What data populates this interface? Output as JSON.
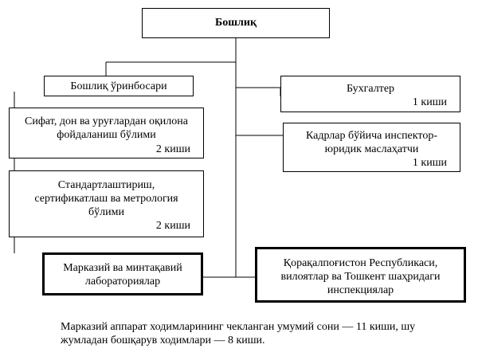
{
  "head": "Бошлиқ",
  "deputy": "Бошлиқ ўринбосари",
  "quality_unit": {
    "line1": "Сифат, дон ва уруғлардан оқилона",
    "line2": "фойдаланиш бўлими",
    "staff": "2 киши"
  },
  "standards_unit": {
    "line1": "Стандартлаштириш,",
    "line2": "сертификатлаш ва метрология",
    "line3": "бўлими",
    "staff": "2 киши"
  },
  "accountant": {
    "title": "Бухгалтер",
    "staff": "1 киши"
  },
  "hr_legal": {
    "line1": "Кадрлар бўйича инспектор-",
    "line2": "юридик маслаҳатчи",
    "staff": "1 киши"
  },
  "labs": {
    "line1": "Марказий ва минтақавий",
    "line2": "лабораториялар"
  },
  "inspections": {
    "line1": "Қорақалпоғистон Республикаси,",
    "line2": "вилоятлар ва Тошкент шаҳридаги",
    "line3": "инспекциялар"
  },
  "note": {
    "line1": "Марказий аппарат ходимларининг чекланган умумий сони — 11 киши, шу",
    "line2": "жумладан бошқарув ходимлари — 8 киши."
  }
}
